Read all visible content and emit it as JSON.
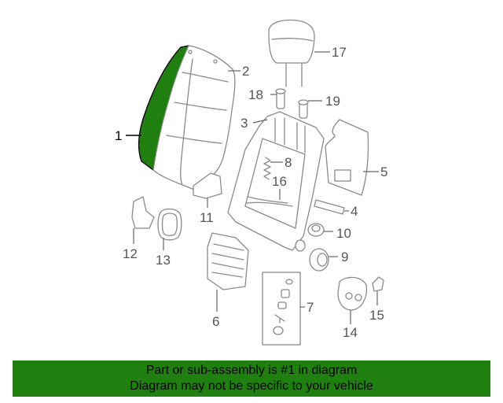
{
  "callouts": {
    "c1": "1",
    "c2": "2",
    "c3": "3",
    "c4": "4",
    "c5": "5",
    "c6": "6",
    "c7": "7",
    "c8": "8",
    "c9": "9",
    "c10": "10",
    "c11": "11",
    "c12": "12",
    "c13": "13",
    "c14": "14",
    "c15": "15",
    "c16": "16",
    "c17": "17",
    "c18": "18",
    "c19": "19"
  },
  "highlight": {
    "part": "1",
    "color": "#1f7f0f"
  },
  "footer": {
    "line1": "Part or sub-assembly is #1 in diagram",
    "line2": "Diagram may not be specific to your vehicle"
  }
}
